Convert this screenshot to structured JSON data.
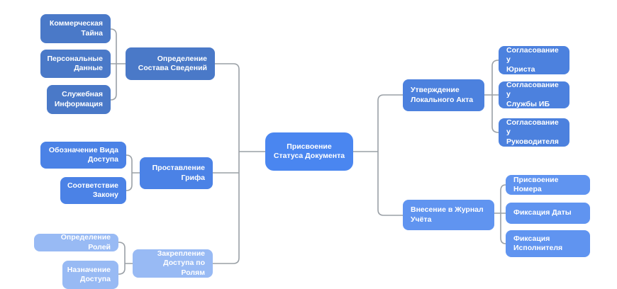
{
  "mindmap": {
    "background": "#ffffff",
    "connector_color": "#9aa0a6",
    "root": {
      "label": "Присвоение\nСтатуса Документа",
      "color": "#4a86f0"
    },
    "left": [
      {
        "label": "Определение\nСостава Сведений",
        "color": "#4a79c8",
        "children": [
          {
            "label": "Коммерческая\nТайна"
          },
          {
            "label": "Персональные\nДанные"
          },
          {
            "label": "Служебная\nИнформация"
          }
        ]
      },
      {
        "label": "Проставление\nГрифа",
        "color": "#4b82e6",
        "children": [
          {
            "label": "Обозначение Вида\nДоступа"
          },
          {
            "label": "Соответствие\nЗакону"
          }
        ]
      },
      {
        "label": "Закрепление\nДоступа по Ролям",
        "color": "#98baf4",
        "children": [
          {
            "label": "Определение Ролей"
          },
          {
            "label": "Назначение\nДоступа"
          }
        ]
      }
    ],
    "right": [
      {
        "label": "Утверждение\nЛокального Акта",
        "color": "#4c81de",
        "children": [
          {
            "label": "Согласование у\nЮриста"
          },
          {
            "label": "Согласование у\nСлужбы ИБ"
          },
          {
            "label": "Согласование у\nРуководителя"
          }
        ]
      },
      {
        "label": "Внесение в Журнал\nУчёта",
        "color": "#6094f0",
        "children": [
          {
            "label": "Присвоение Номера"
          },
          {
            "label": "Фиксация Даты"
          },
          {
            "label": "Фиксация\nИсполнителя"
          }
        ]
      }
    ]
  }
}
